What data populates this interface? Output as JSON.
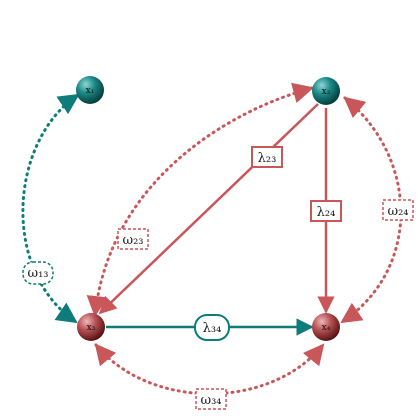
{
  "colors": {
    "teal": "#0e7c7b",
    "teal_dark": "#0b5f5e",
    "red": "#c9575a",
    "red_dark": "#8e2c2f",
    "background": "#ffffff"
  },
  "nodes": [
    {
      "id": "x1",
      "label": "x₁",
      "color": "teal"
    },
    {
      "id": "x2",
      "label": "x₂",
      "color": "teal"
    },
    {
      "id": "x3",
      "label": "x₃",
      "color": "red"
    },
    {
      "id": "x4",
      "label": "x₄",
      "color": "red"
    }
  ],
  "edges": [
    {
      "id": "lambda23",
      "label": "λ₂₃",
      "from": "x2",
      "to": "x3",
      "style": "solid",
      "color": "red"
    },
    {
      "id": "lambda24",
      "label": "λ₂₄",
      "from": "x2",
      "to": "x4",
      "style": "solid",
      "color": "red"
    },
    {
      "id": "lambda34",
      "label": "λ₃₄",
      "from": "x3",
      "to": "x4",
      "style": "solid",
      "color": "teal"
    },
    {
      "id": "omega13",
      "label": "ω₁₃",
      "between": [
        "x1",
        "x3"
      ],
      "style": "dotted",
      "color": "teal"
    },
    {
      "id": "omega23",
      "label": "ω₂₃",
      "between": [
        "x2",
        "x3"
      ],
      "style": "dotted",
      "color": "red"
    },
    {
      "id": "omega24",
      "label": "ω₂₄",
      "between": [
        "x2",
        "x4"
      ],
      "style": "dotted",
      "color": "red"
    },
    {
      "id": "omega34",
      "label": "ω₃₄",
      "between": [
        "x3",
        "x4"
      ],
      "style": "dotted",
      "color": "red"
    }
  ]
}
